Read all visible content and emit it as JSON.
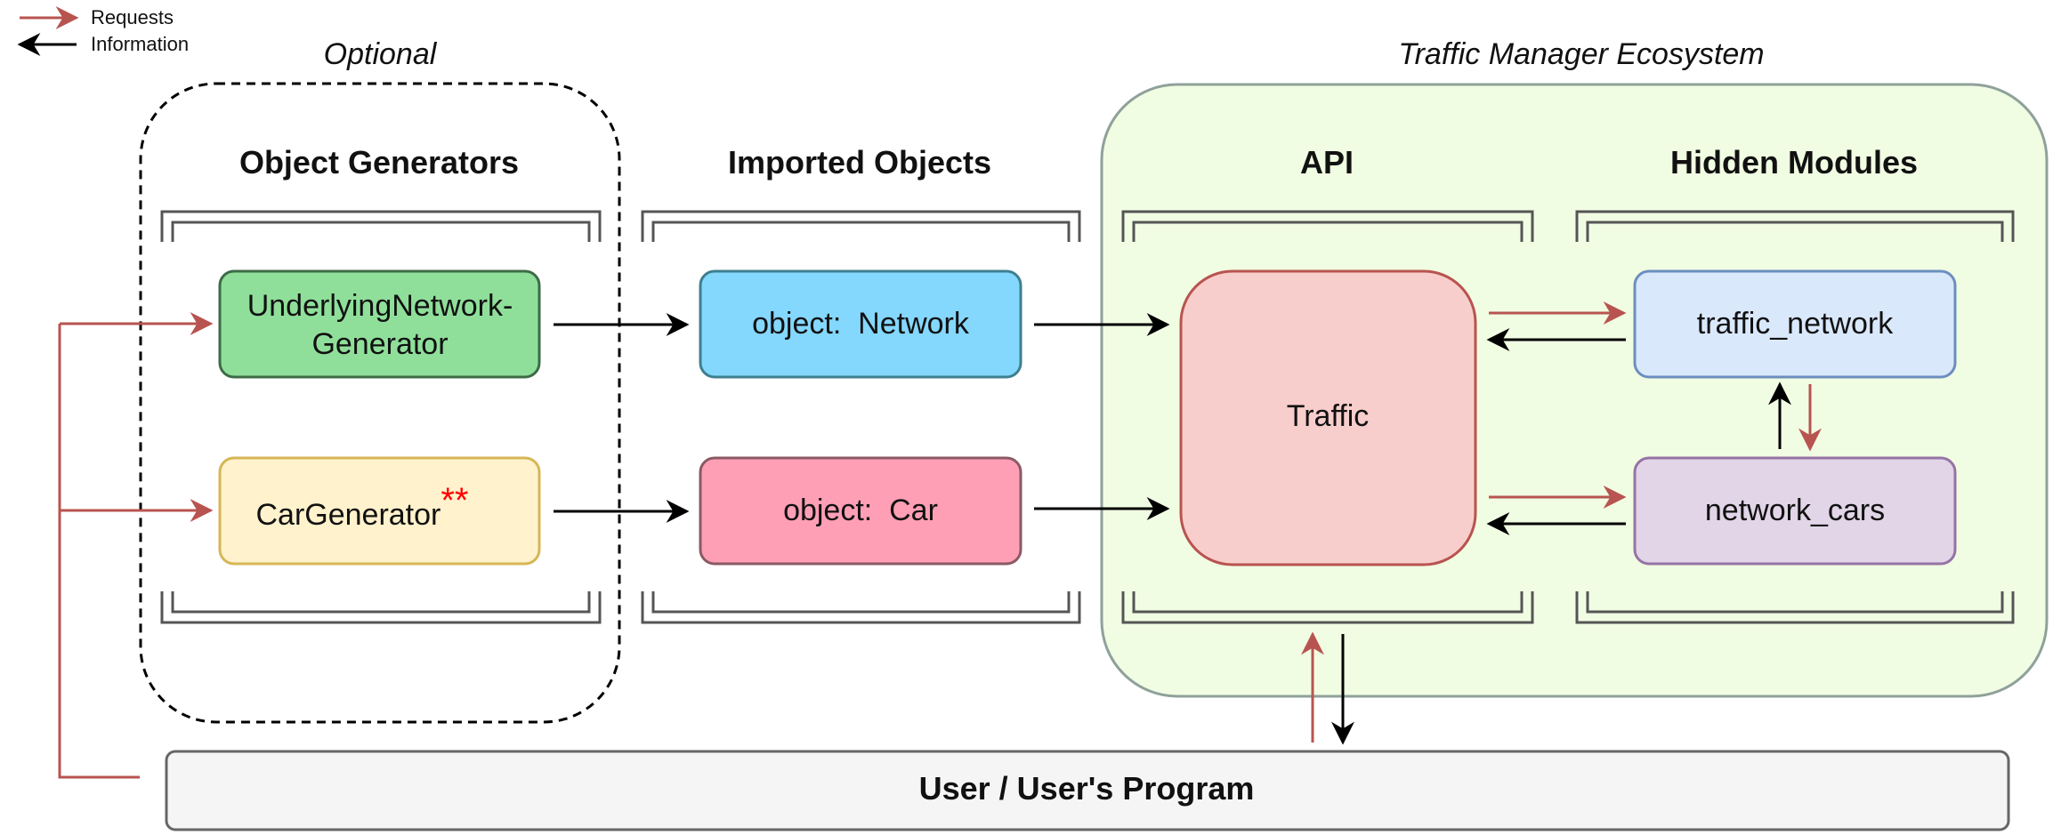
{
  "legend": {
    "requests": "Requests",
    "information": "Information"
  },
  "groups": {
    "optional": "Optional",
    "ecosystem": "Traffic Manager Ecosystem"
  },
  "headers": {
    "object_generators": "Object Generators",
    "imported_objects": "Imported Objects",
    "api": "API",
    "hidden_modules": "Hidden Modules"
  },
  "nodes": {
    "network_generator_line1": "UnderlyingNetwork-",
    "network_generator_line2": "Generator",
    "car_generator": "CarGenerator",
    "car_generator_mark": "**",
    "object_network": "object:  Network",
    "object_car": "object:  Car",
    "traffic": "Traffic",
    "traffic_network": "traffic_network",
    "network_cars": "network_cars",
    "user": "User / User's Program"
  },
  "colors": {
    "request_arrow": "#b85450",
    "info_arrow": "#000000",
    "ecosystem_fill": "#f1fde3",
    "ecosystem_stroke": "#8fa19a",
    "network_generator_fill": "#8fdf9a",
    "network_generator_stroke": "#3d6b47",
    "car_generator_fill": "#fff2cc",
    "car_generator_stroke": "#d6b656",
    "object_network_fill": "#84d7fd",
    "object_network_stroke": "#3e7f8f",
    "object_car_fill": "#ff9fb6",
    "object_car_stroke": "#8a5a64",
    "traffic_fill": "#f8cecc",
    "traffic_stroke": "#b85450",
    "traffic_network_fill": "#dae8fc",
    "traffic_network_stroke": "#6c8ebf",
    "network_cars_fill": "#e1d5e7",
    "network_cars_stroke": "#9673a6",
    "user_fill": "#f5f5f5",
    "user_stroke": "#666666",
    "mark_color": "#ff0000"
  }
}
